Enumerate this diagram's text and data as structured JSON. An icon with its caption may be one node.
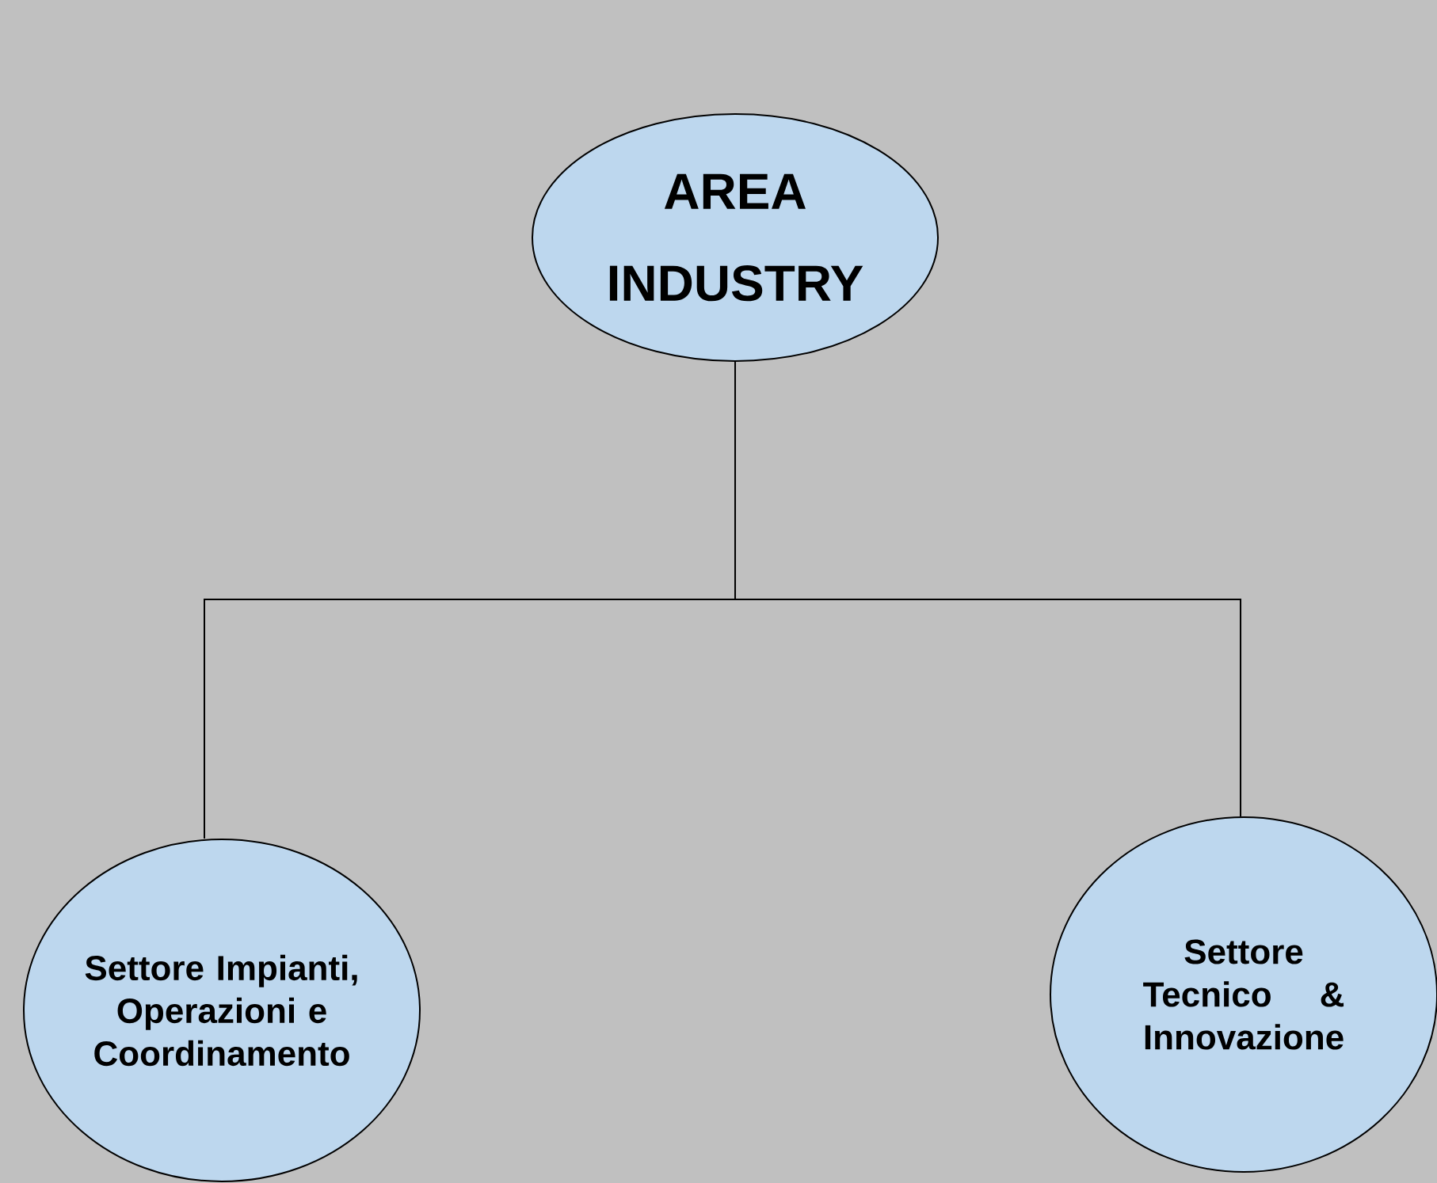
{
  "diagram": {
    "nodes": [
      {
        "text": [
          "AREA INDUSTRY"
        ]
      },
      {
        "text": [
          "Settore Impianti, Operazioni e Coordinamento"
        ]
      },
      {
        "text": [
          "Settore Tecnico & Innovazione"
        ]
      }
    ],
    "edges": [
      {
        "from": 0,
        "to": 1,
        "arrow": "none"
      },
      {
        "from": 0,
        "to": 2,
        "arrow": "none"
      }
    ]
  }
}
